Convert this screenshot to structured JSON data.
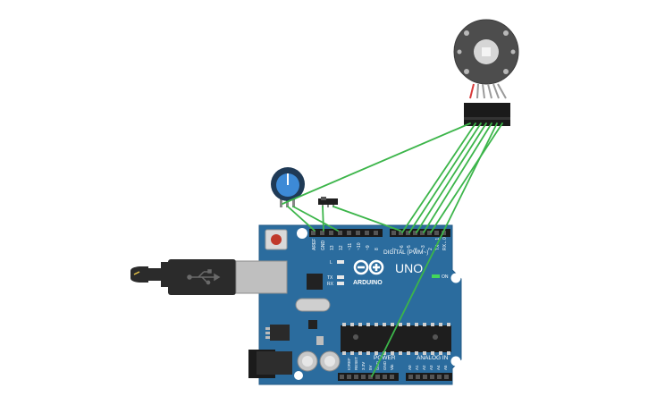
{
  "board": {
    "header_left": [
      "AREF",
      "GND",
      "13",
      "12",
      "~11",
      "~10",
      "~9",
      "8"
    ],
    "header_right": [
      "7",
      "~6",
      "~5",
      "4",
      "~3",
      "2",
      "TX→1",
      "RX←0"
    ],
    "digital_label": "DIGITAL (PWM~)",
    "model": "UNO",
    "brand": "ARDUINO",
    "led_l": "L",
    "led_tx": "TX",
    "led_rx": "RX",
    "on_label": "ON",
    "power_label": "POWER",
    "power_pins": [
      "IOREF",
      "RESET",
      "3.3V",
      "5V",
      "GND",
      "GND",
      "Vin"
    ],
    "analog_label": "ANALOG IN",
    "analog_pins": [
      "A0",
      "A1",
      "A2",
      "A3",
      "A4",
      "A5"
    ]
  },
  "colors": {
    "board": "#2b6c9e",
    "board_dark": "#1f5582",
    "wire": "#3cb54a",
    "motor_body": "#4d4d4d",
    "header": "#1a1a1a",
    "usb": "#bfbfbf",
    "cable": "#2b2b2b",
    "pot_knob": "#3d8ad6",
    "led_on": "#43d65a"
  },
  "icons": {
    "usb": "usb-icon",
    "infinity_logo": "arduino-infinity-logo",
    "reset": "reset-button-icon"
  }
}
